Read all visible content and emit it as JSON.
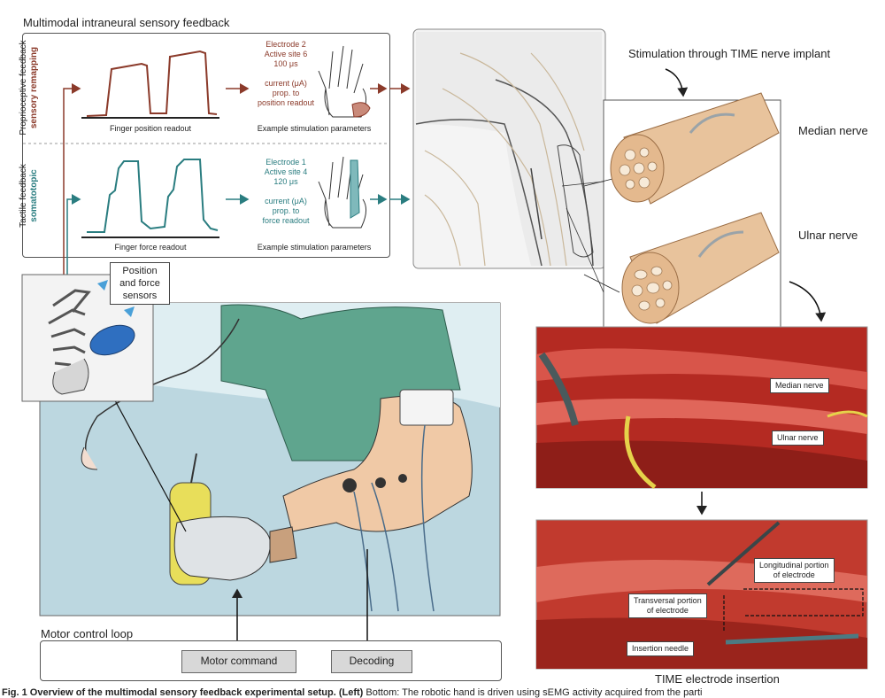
{
  "figure": {
    "top_title": "Multimodal intraneural sensory feedback",
    "stim_title": "Stimulation through TIME nerve implant",
    "motor_title": "Motor control loop",
    "insertion_title": "TIME electrode insertion",
    "caption_bold": "Fig. 1  Overview of the multimodal sensory feedback experimental setup. (Left)",
    "caption_rest": " Bottom: The robotic hand is driven using sEMG activity acquired from the parti"
  },
  "proprio": {
    "label_line1": "Proprioceptive feedback",
    "label_line2": "sensory remapping",
    "readout": "Finger position readout",
    "param_title": "Example stimulation parameters",
    "params": [
      "Electrode 2",
      "Active site 6",
      "100 μs",
      "",
      "current (μA)",
      "prop. to",
      "position readout"
    ]
  },
  "tactile": {
    "label_line1": "Tactile feedback",
    "label_line2": "somatotopic",
    "readout": "Finger force readout",
    "param_title": "Example stimulation parameters",
    "params": [
      "Electrode 1",
      "Active site 4",
      "120 μs",
      "",
      "current (μA)",
      "prop. to",
      "force readout"
    ]
  },
  "nerves": {
    "median": "Median nerve",
    "ulnar": "Ulnar nerve"
  },
  "sensors": {
    "line1": "Position",
    "line2": "and force",
    "line3": "sensors"
  },
  "photo1": {
    "median": "Median nerve",
    "ulnar": "Ulnar nerve"
  },
  "photo2": {
    "longitudinal_1": "Longitudinal portion",
    "longitudinal_2": "of electrode",
    "transversal_1": "Transversal portion",
    "transversal_2": "of electrode",
    "needle": "Insertion needle"
  },
  "motor": {
    "command": "Motor command",
    "decoding": "Decoding"
  },
  "colors": {
    "proprio": "#8b3a2a",
    "tactile": "#2a7d80",
    "tissue": "#c0332a"
  }
}
